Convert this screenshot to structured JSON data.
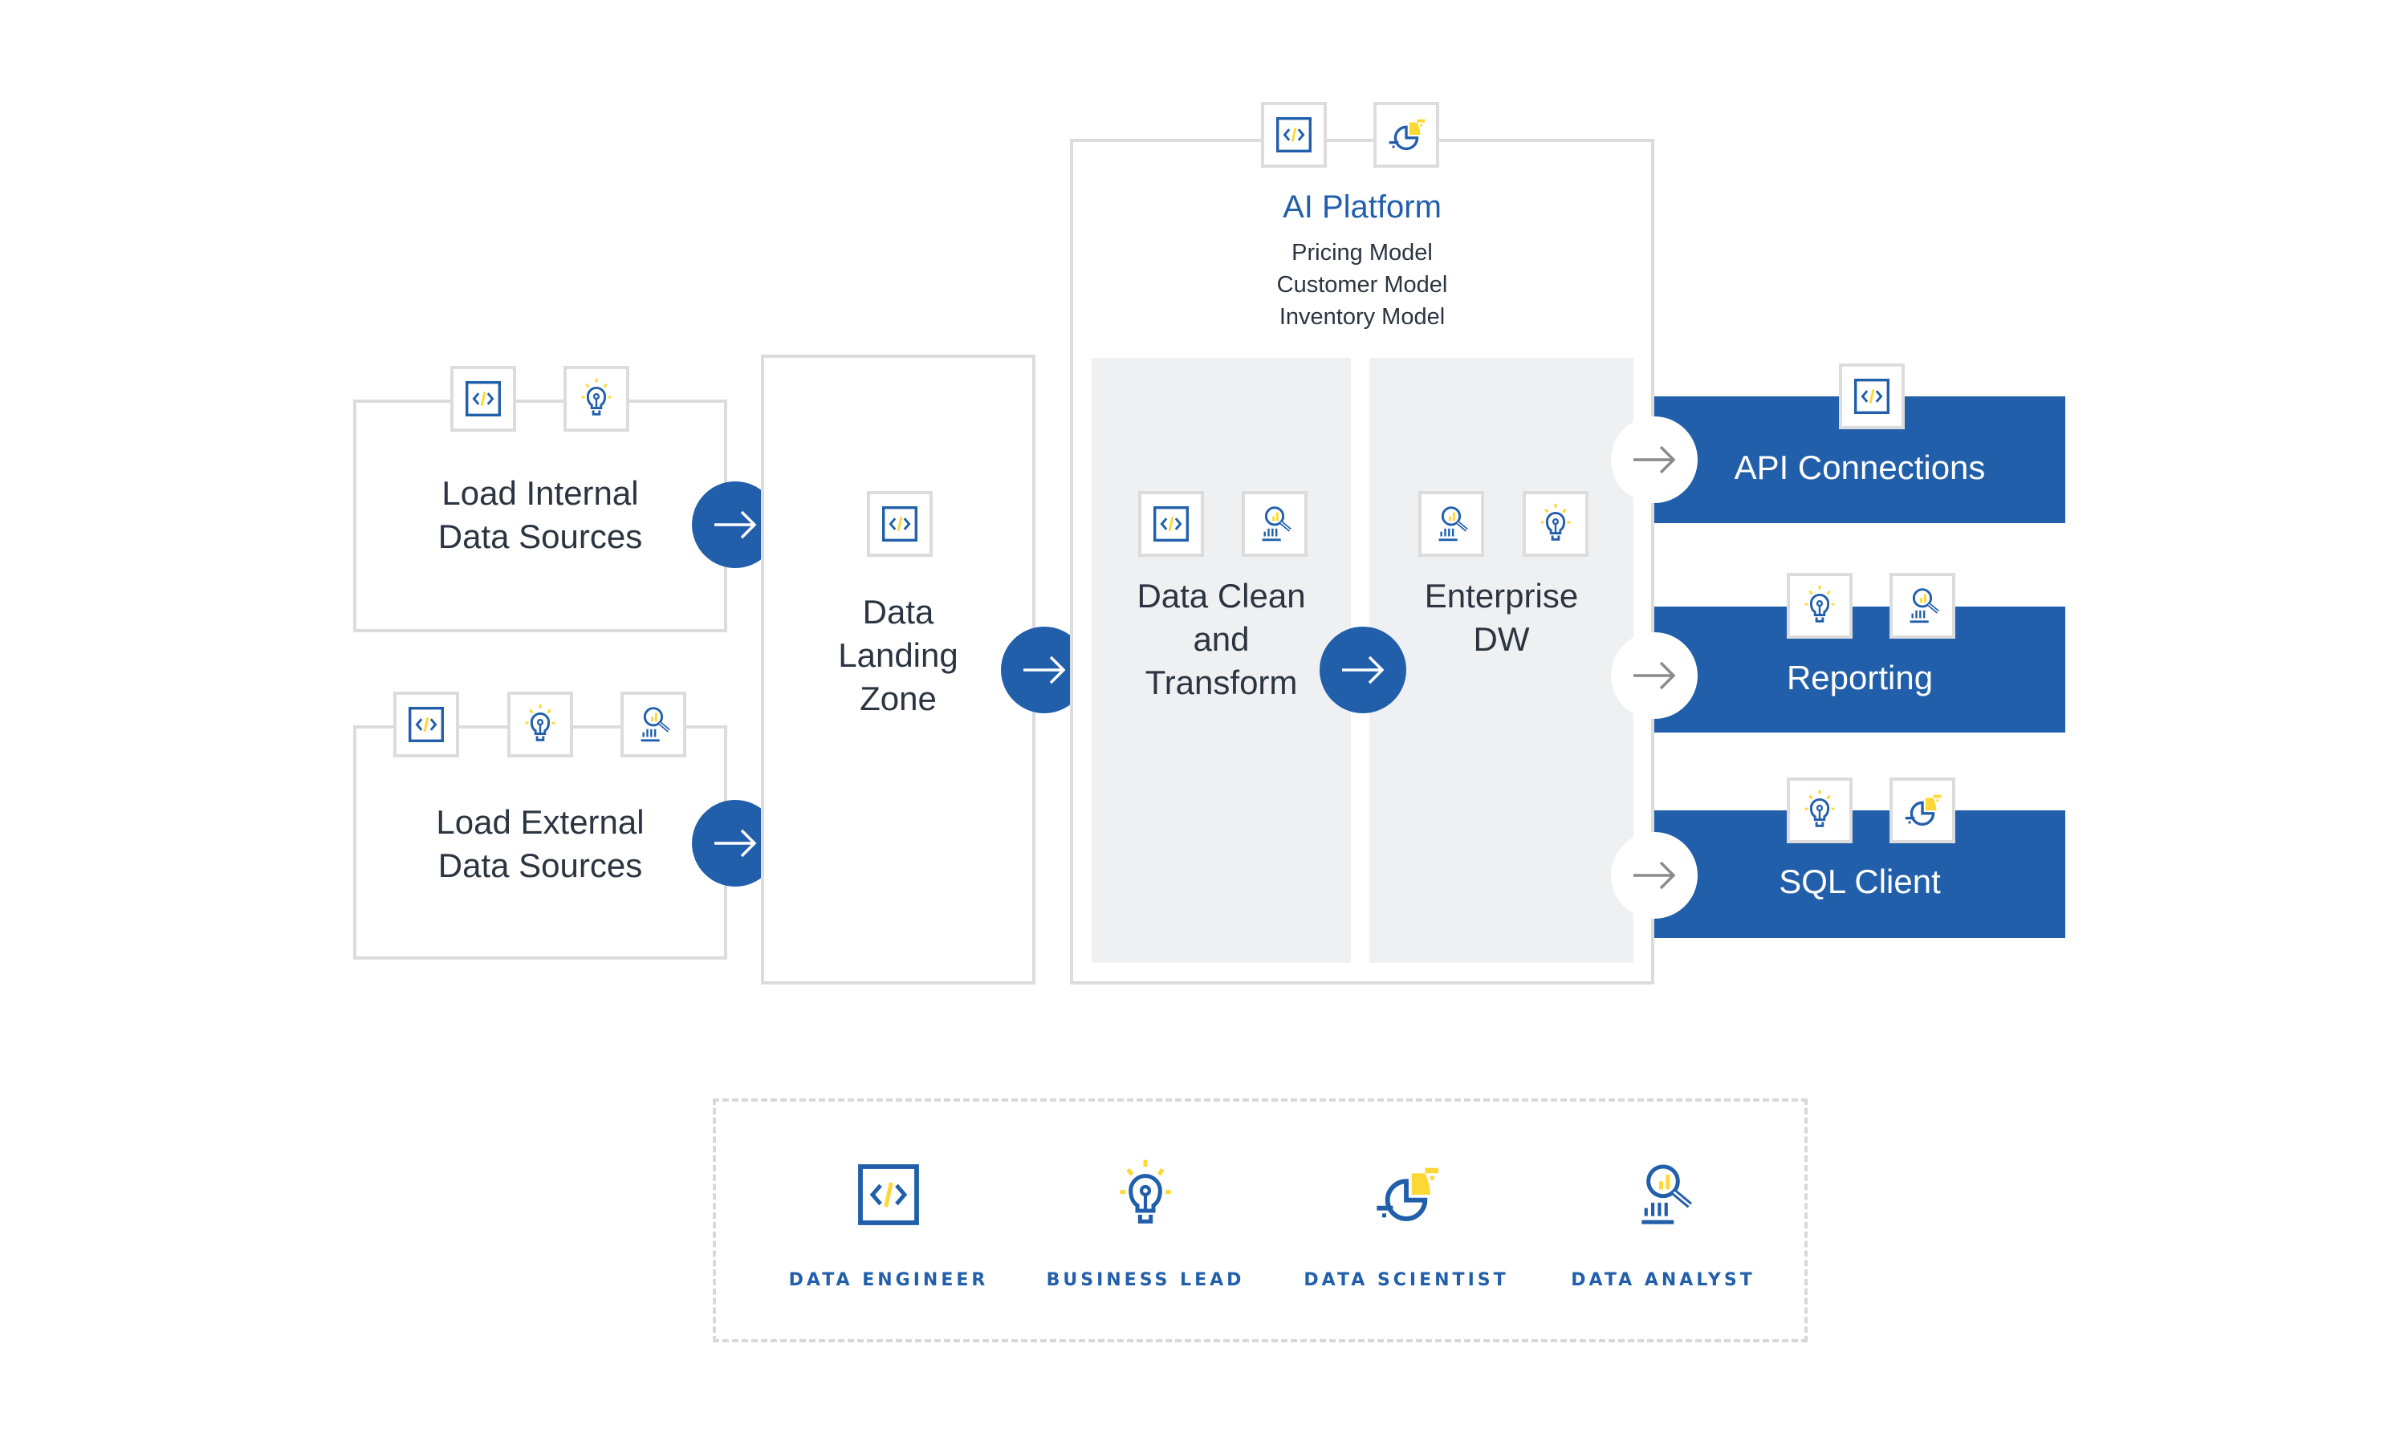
{
  "colors": {
    "primary": "#215fab",
    "accent": "#fdd835",
    "border": "#dcdcdc",
    "panel": "#eff0f2",
    "text": "#2b3440"
  },
  "sources": {
    "internal": {
      "line1": "Load Internal",
      "line2": "Data Sources",
      "roles": [
        "code-icon",
        "lightbulb-icon"
      ]
    },
    "external": {
      "line1": "Load External",
      "line2": "Data Sources",
      "roles": [
        "code-icon",
        "lightbulb-icon",
        "magnifier-chart-icon"
      ]
    }
  },
  "landing": {
    "line1": "Data",
    "line2": "Landing",
    "line3": "Zone",
    "roles": [
      "code-icon"
    ]
  },
  "ai_platform": {
    "title": "AI Platform",
    "models": [
      "Pricing Model",
      "Customer Model",
      "Inventory Model"
    ],
    "roles": [
      "code-icon",
      "pie-chart-icon"
    ],
    "clean": {
      "line1": "Data Clean",
      "line2": "and",
      "line3": "Transform",
      "roles": [
        "code-icon",
        "magnifier-chart-icon"
      ]
    },
    "dw": {
      "line1": "Enterprise",
      "line2": "DW",
      "roles": [
        "magnifier-chart-icon",
        "lightbulb-icon"
      ]
    }
  },
  "outputs": [
    {
      "label": "API Connections",
      "roles": [
        "code-icon"
      ]
    },
    {
      "label": "Reporting",
      "roles": [
        "lightbulb-icon",
        "magnifier-chart-icon"
      ]
    },
    {
      "label": "SQL Client",
      "roles": [
        "lightbulb-icon",
        "pie-chart-icon"
      ]
    }
  ],
  "legend": [
    {
      "label": "DATA ENGINEER",
      "icon": "code-icon"
    },
    {
      "label": "BUSINESS LEAD",
      "icon": "lightbulb-icon"
    },
    {
      "label": "DATA SCIENTIST",
      "icon": "pie-chart-icon"
    },
    {
      "label": "DATA ANALYST",
      "icon": "magnifier-chart-icon"
    }
  ]
}
